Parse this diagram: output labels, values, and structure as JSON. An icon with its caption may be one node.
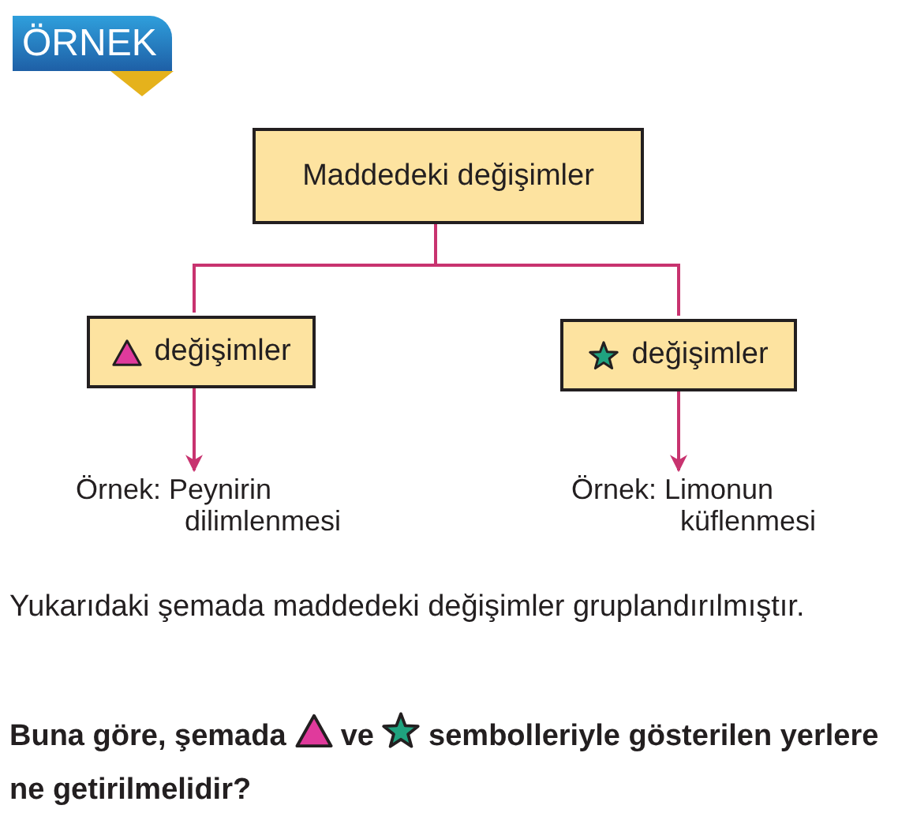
{
  "diagram": {
    "title": "ÖRNEK",
    "nodes": [
      {
        "text": [
          "Maddedeki değişimler"
        ]
      },
      {
        "text": [
          "değişimler"
        ]
      },
      {
        "text": [
          "değişimler"
        ]
      },
      {
        "text": [
          "Örnek: Peynirin dilimlenmesi"
        ]
      },
      {
        "text": [
          "Örnek: Limonun küflenmesi"
        ]
      }
    ],
    "edges": [
      {
        "from": 0,
        "to": 1,
        "arrow": "none"
      },
      {
        "from": 0,
        "to": 2,
        "arrow": "none"
      },
      {
        "from": 1,
        "to": 3,
        "arrow": "to"
      },
      {
        "from": 2,
        "to": 4,
        "arrow": "to"
      }
    ],
    "labels": [
      "Yukarıdaki şemada maddedeki değişimler gruplandırılmıştır.",
      "Buna göre, şemada",
      "ve",
      "sembolleriyle gösterilen yerlere ne getirilmelidir?"
    ]
  }
}
